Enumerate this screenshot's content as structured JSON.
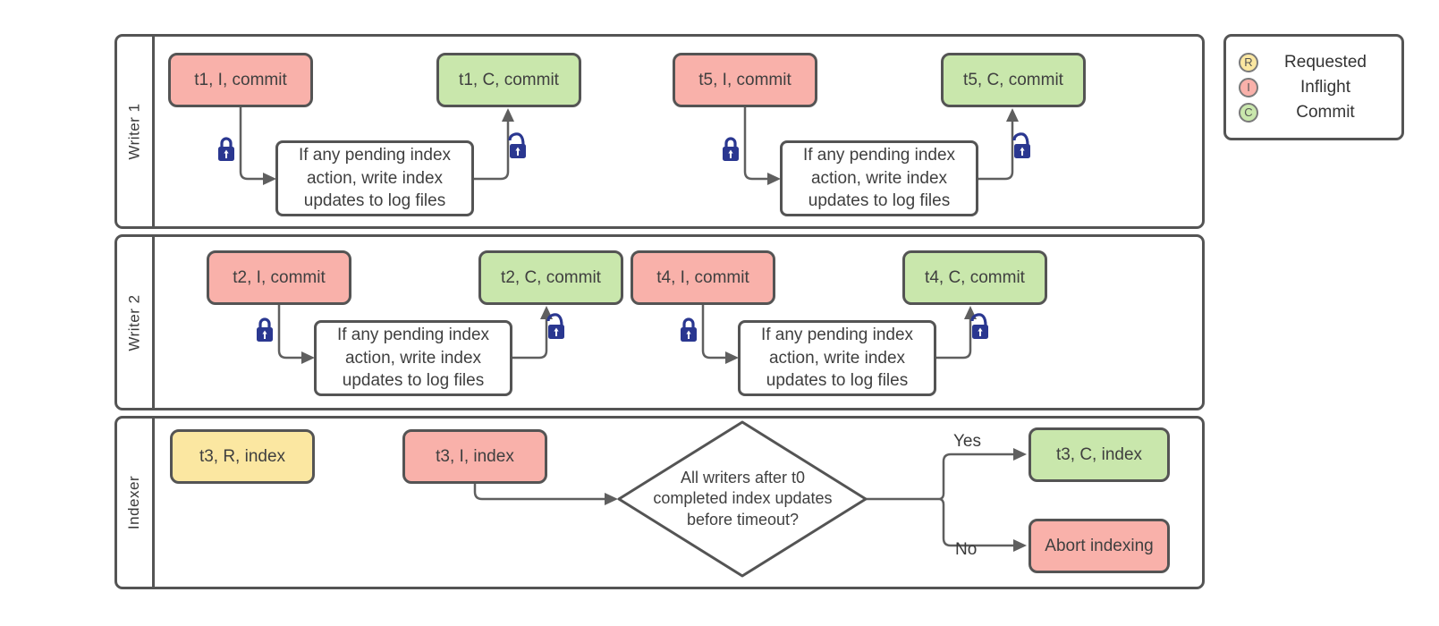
{
  "colors": {
    "inflight_fill": "#f9b1aa",
    "commit_fill": "#c9e7ac",
    "requested_fill": "#fbe7a1",
    "node_border": "#545454",
    "arrow": "#5f5f5f",
    "lock": "#2a3790",
    "text": "#3f3f3f"
  },
  "lanes": [
    {
      "label": "Writer 1"
    },
    {
      "label": "Writer 2"
    },
    {
      "label": "Indexer"
    }
  ],
  "process_note": "If any pending index action, write index updates to log files",
  "writer1": {
    "g1_start": "t1, I, commit",
    "g1_end": "t1, C, commit",
    "g2_start": "t5, I, commit",
    "g2_end": "t5, C, commit"
  },
  "writer2": {
    "g1_start": "t2, I, commit",
    "g1_end": "t2, C, commit",
    "g2_start": "t4, I, commit",
    "g2_end": "t4, C, commit"
  },
  "indexer": {
    "requested": "t3, R, index",
    "inflight": "t3, I, index",
    "decision": "All writers after t0 completed index updates before timeout?",
    "yes": "Yes",
    "no": "No",
    "commit": "t3, C, index",
    "abort": "Abort indexing"
  },
  "legend": {
    "items": [
      {
        "letter": "R",
        "label": "Requested"
      },
      {
        "letter": "I",
        "label": "Inflight"
      },
      {
        "letter": "C",
        "label": "Commit"
      }
    ]
  }
}
